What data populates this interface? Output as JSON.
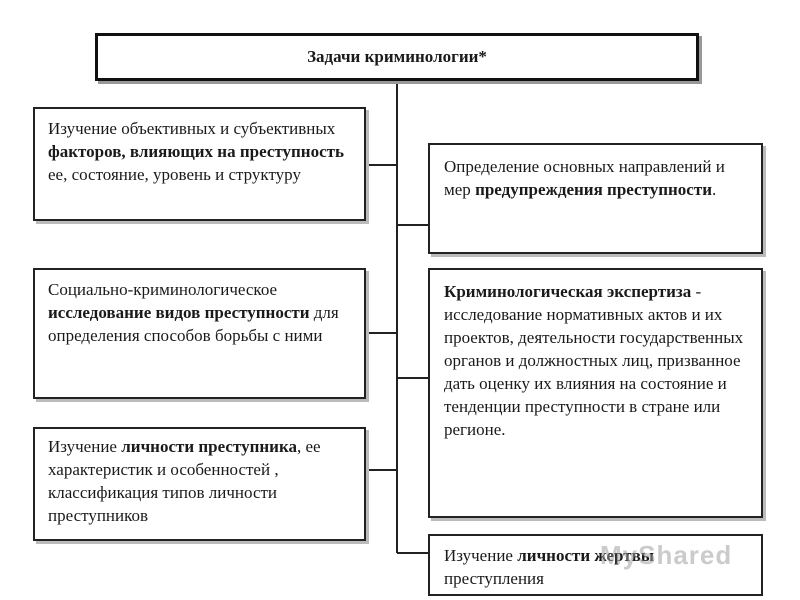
{
  "title": "Задачи криминологии*",
  "tasks_left": [
    {
      "parts": [
        {
          "t": "Изучение объективных и субъективных ",
          "b": false
        },
        {
          "t": "факторов, влияющих на преступность",
          "b": true
        },
        {
          "t": " ее, состояние, уровень и структуру",
          "b": false
        }
      ]
    },
    {
      "parts": [
        {
          "t": "Социально-криминологическое ",
          "b": false
        },
        {
          "t": "исследование видов преступности",
          "b": true
        },
        {
          "t": " для определения способов борьбы с ними",
          "b": false
        }
      ]
    },
    {
      "parts": [
        {
          "t": "Изучение ",
          "b": false
        },
        {
          "t": "личности преступника",
          "b": true
        },
        {
          "t": ", ее характеристик и особенностей , классификация типов личности преступников",
          "b": false
        }
      ]
    }
  ],
  "tasks_right": [
    {
      "parts": [
        {
          "t": "Определение основных направлений и мер ",
          "b": false
        },
        {
          "t": "предупреждения преступности",
          "b": true
        },
        {
          "t": ".",
          "b": false
        }
      ]
    },
    {
      "parts": [
        {
          "t": "Криминологическая экспертиза",
          "b": true
        },
        {
          "t": " - исследование нормативных актов и их проектов, деятельности государственных органов и должностных лиц, призванное дать оценку их влияния на состояние и тенденции преступности в стране или регионе.",
          "b": false
        }
      ]
    },
    {
      "parts": [
        {
          "t": "Изучение ",
          "b": false
        },
        {
          "t": "личности жертвы",
          "b": true
        },
        {
          "t": " преступления",
          "b": false
        }
      ]
    }
  ],
  "watermark": "MyShared"
}
